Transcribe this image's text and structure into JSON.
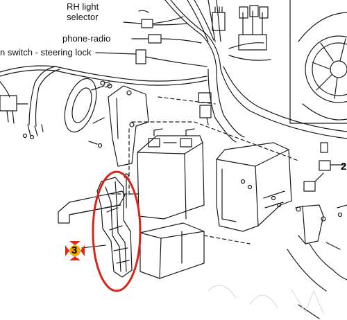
{
  "labels": {
    "rh_light_selector": [
      "RH light",
      "selector"
    ],
    "phone_radio": "phone-radio",
    "ignition_switch": "n switch - steering lock"
  },
  "callouts": {
    "part_number": "3",
    "edge_number": "2"
  },
  "colors": {
    "line": "#1a1a1a",
    "highlight_circle": "#d6261c",
    "marker_fill": "#f2a900",
    "marker_arrows": "#e3241b"
  },
  "icons": {
    "marker": "crosshair-arrows-icon"
  }
}
